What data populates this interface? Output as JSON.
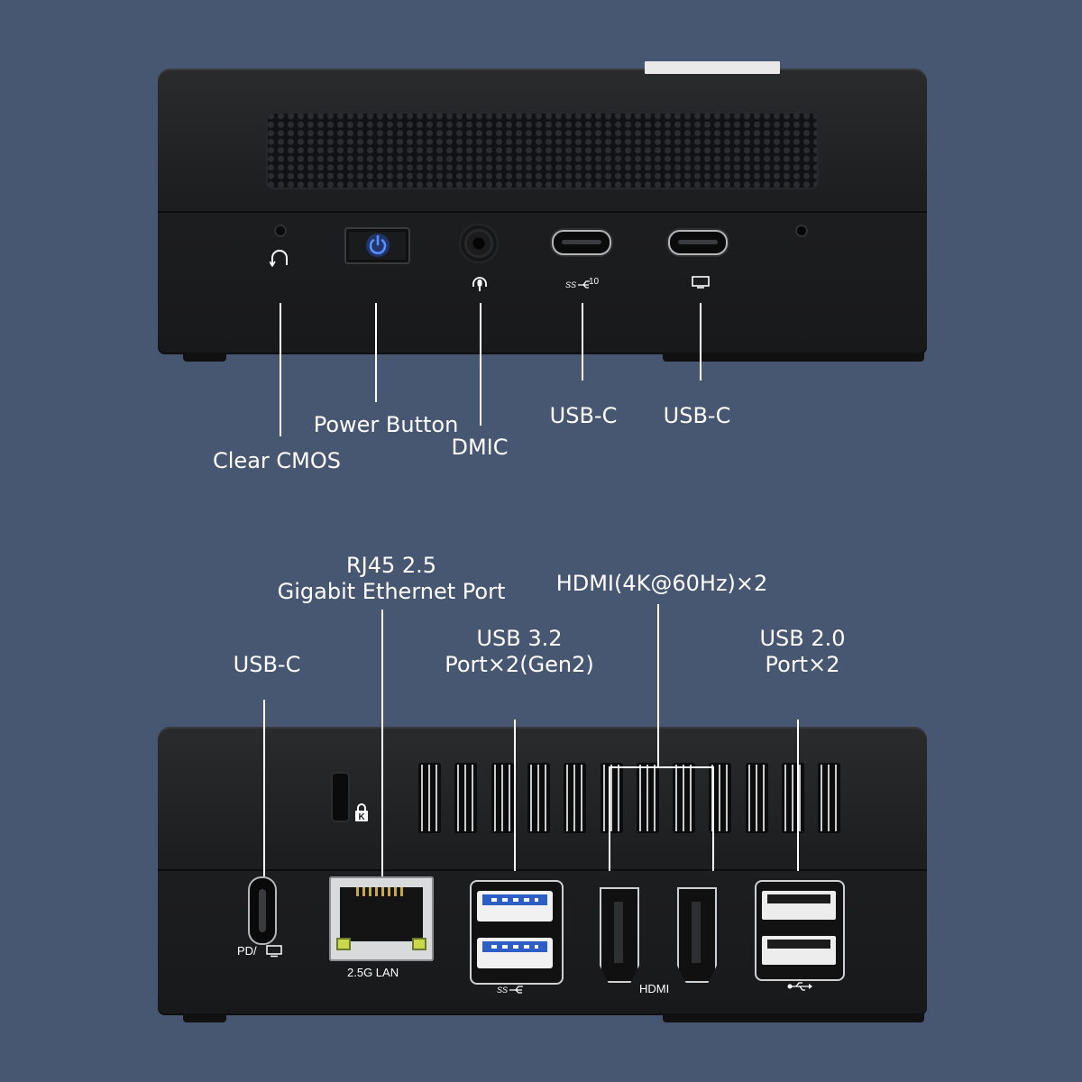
{
  "front_panel": {
    "callouts": {
      "clear_cmos": "Clear CMOS",
      "power_button": "Power Button",
      "dmic": "DMIC",
      "usbc_1": "USB-C",
      "usbc_2": "USB-C"
    },
    "port_marks": {
      "usbc_1_speed": "10"
    },
    "icons": [
      "clear-cmos-icon",
      "power-icon",
      "microphone-icon",
      "superspeed-usb-icon",
      "display-icon"
    ]
  },
  "rear_panel": {
    "callouts": {
      "usbc": "USB-C",
      "rj45_line1": "RJ45 2.5",
      "rj45_line2": "Gigabit Ethernet Port",
      "usb32_line1": "USB 3.2",
      "usb32_line2": "Port×2(Gen2)",
      "hdmi": "HDMI(4K@60Hz)×2",
      "usb20_line1": "USB 2.0",
      "usb20_line2": "Port×2"
    },
    "port_marks": {
      "lan": "2.5G LAN",
      "hdmi": "HDMI",
      "pd": "PD/"
    },
    "icons": [
      "kensington-lock-icon",
      "power-delivery-icon",
      "display-icon",
      "superspeed-usb-icon",
      "usb-icon"
    ]
  },
  "colors": {
    "background": "#475671",
    "device": "#1d1e20",
    "power_led": "#2f6bff",
    "usb3_tongue": "#2c5ec5",
    "lan_led": "#c9d94a"
  }
}
